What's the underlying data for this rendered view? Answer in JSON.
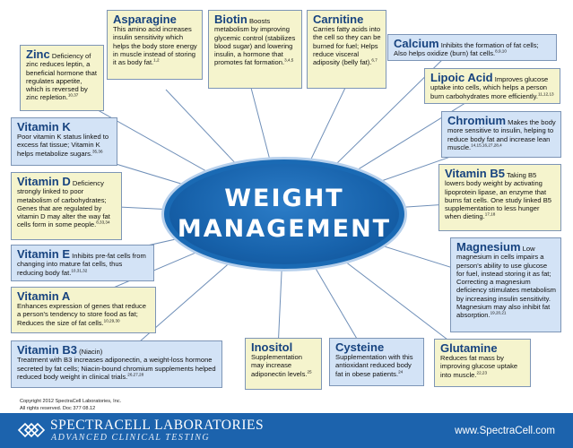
{
  "center": {
    "line1": "WEIGHT",
    "line2": "MANAGEMENT"
  },
  "boxes": {
    "asparagine": {
      "title": "Asparagine",
      "desc": "This amino acid increases insulin sensitivity which helps the body store energy in muscle instead of storing it as body fat.",
      "refs": "1,2"
    },
    "biotin": {
      "title": "Biotin",
      "desc": "Boosts metabolism by improving glycemic control (stabilizes blood sugar) and lowering insulin, a hormone that promotes fat formation.",
      "refs": "3,4,5"
    },
    "carnitine": {
      "title": "Carnitine",
      "desc": "Carries fatty acids into the cell so they can be burned for fuel; Helps reduce visceral adiposity (belly fat).",
      "refs": "6,7"
    },
    "zinc": {
      "title": "Zinc",
      "desc": "Deficiency of zinc reduces leptin, a beneficial hormone that regulates appetite, which is reversed by zinc repletion.",
      "refs": "10,37"
    },
    "calcium": {
      "title": "Calcium",
      "desc": "Inhibits the formation of fat cells; Also helps oxidize (burn) fat cells.",
      "refs": "8,9,10"
    },
    "lipoic": {
      "title": "Lipoic Acid",
      "desc": "Improves glucose uptake into cells, which helps a person burn carbohydrates more efficiently.",
      "refs": "11,12,13"
    },
    "vitk": {
      "title": "Vitamin K",
      "desc": "Poor vitamin K status linked to excess fat tissue; Vitamin K helps metabolize sugars.",
      "refs": "35,36"
    },
    "chromium": {
      "title": "Chromium",
      "desc": "Makes the body more sensitive to insulin, helping to reduce body fat and increase lean muscle.",
      "refs": "14,15,16,27,28,4"
    },
    "vitd": {
      "title": "Vitamin D",
      "desc": "Deficiency strongly linked to poor metabolism of carbohydrates; Genes that are regulated by vitamin D may alter the way fat cells form in some people.",
      "refs": "8,33,34"
    },
    "vitb5": {
      "title": "Vitamin B5",
      "desc": "Taking B5 lowers body weight by activating lipoprotein lipase, an enzyme that burns fat cells. One study linked B5 supplementation to less hunger when dieting.",
      "refs": "17,18"
    },
    "vite": {
      "title": "Vitamin E",
      "desc": "Inhibits pre-fat cells from changing into mature fat cells, thus reducing body fat.",
      "refs": "10,31,32"
    },
    "magnesium": {
      "title": "Magnesium",
      "desc": "Low magnesium in cells impairs a person's ability to use glucose for fuel, instead storing it as fat; Correcting a magnesium deficiency stimulates metabolism by increasing insulin sensitivity. Magnesium may also inhibit fat absorption.",
      "refs": "19,20,21"
    },
    "vita": {
      "title": "Vitamin A",
      "desc": "Enhances expression of genes that reduce a person's tendency to store food as fat; Reduces the size of fat cells.",
      "refs": "10,29,30"
    },
    "vitb3": {
      "title": "Vitamin B3",
      "title_extra": "(Niacin)",
      "desc": "Treatment with B3 increases adiponectin, a weight-loss hormone secreted by fat cells; Niacin-bound chromium supplements helped reduced body weight in clinical trials.",
      "refs": "26,27,28"
    },
    "inositol": {
      "title": "Inositol",
      "desc": "Supplementation may increase adiponectin levels.",
      "refs": "25"
    },
    "cysteine": {
      "title": "Cysteine",
      "desc": "Supplementation with this antioxidant reduced body fat in obese patients.",
      "refs": "24"
    },
    "glutamine": {
      "title": "Glutamine",
      "desc": "Reduces fat mass by improving glucose uptake into muscle.",
      "refs": "22,23"
    }
  },
  "footer": {
    "copyright1": "Copyright 2012 SpectraCell Laboratories, Inc.",
    "copyright2": "All rights reserved. Doc 377 08.12",
    "lab_name": "SPECTRACELL LABORATORIES",
    "tagline": "ADVANCED CLINICAL TESTING",
    "url": "www.SpectraCell.com"
  },
  "colors": {
    "title": "#17437f",
    "yellow_box": "#f5f4cd",
    "blue_box": "#d3e3f6",
    "center": "#1a6ab4",
    "footer": "#1c63ad"
  }
}
